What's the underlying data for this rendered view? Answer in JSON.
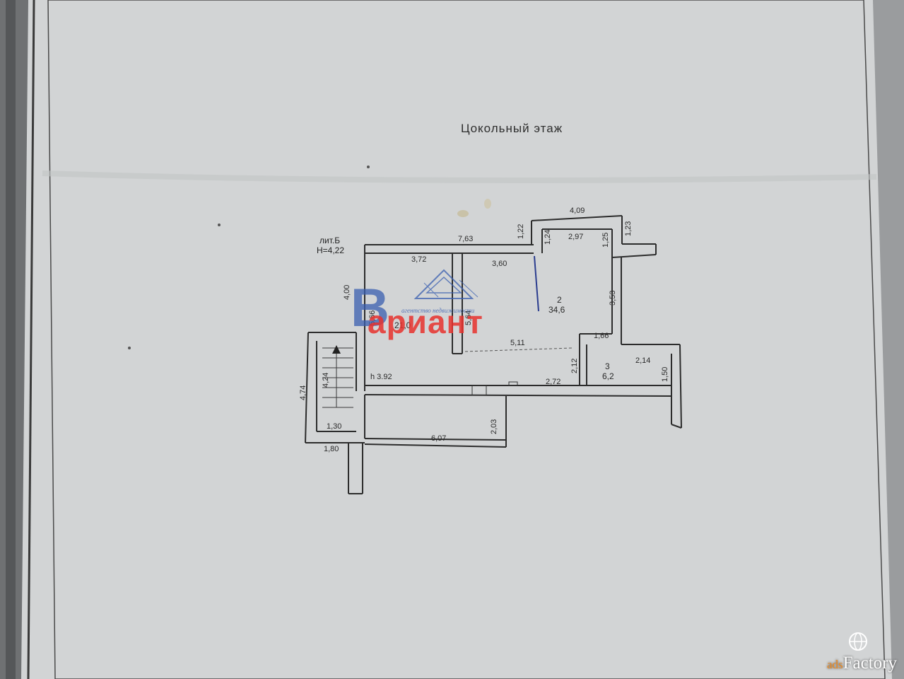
{
  "plan": {
    "title": "Цокольный этаж",
    "building_letter": "лит.Б",
    "building_height": "H=4,22",
    "ceiling_height": "h 3.92",
    "rooms": [
      {
        "number": "",
        "area": "21,0"
      },
      {
        "number": "2",
        "area": "34,6"
      },
      {
        "number": "3",
        "area": "6,2"
      }
    ],
    "dimensions": {
      "d409": "4,09",
      "d763": "7,63",
      "d122": "1,22",
      "d297": "2,97",
      "d123": "1,23",
      "d124": "1,24",
      "d125": "1,25",
      "d372": "3,72",
      "d360": "3,60",
      "d400": "4,00",
      "d566": "5,66",
      "d564": "5,64",
      "d353": "3,53",
      "d166": "1,66",
      "d511": "5,11",
      "d212": "2,12",
      "d214": "2,14",
      "d150": "1,50",
      "d272": "2,72",
      "d474": "4,74",
      "d424": "4,24",
      "d130": "1,30",
      "d180": "1,80",
      "d607": "6,07",
      "d203": "2,03"
    }
  },
  "watermark": {
    "word": "ариант",
    "initial": "В",
    "tagline": "агентство недвижимости",
    "color": "#e8322e",
    "accent": "#3a5fb0"
  },
  "brand": {
    "prefix": "ads",
    "name": "Factory",
    "icon": "globe-icon"
  }
}
